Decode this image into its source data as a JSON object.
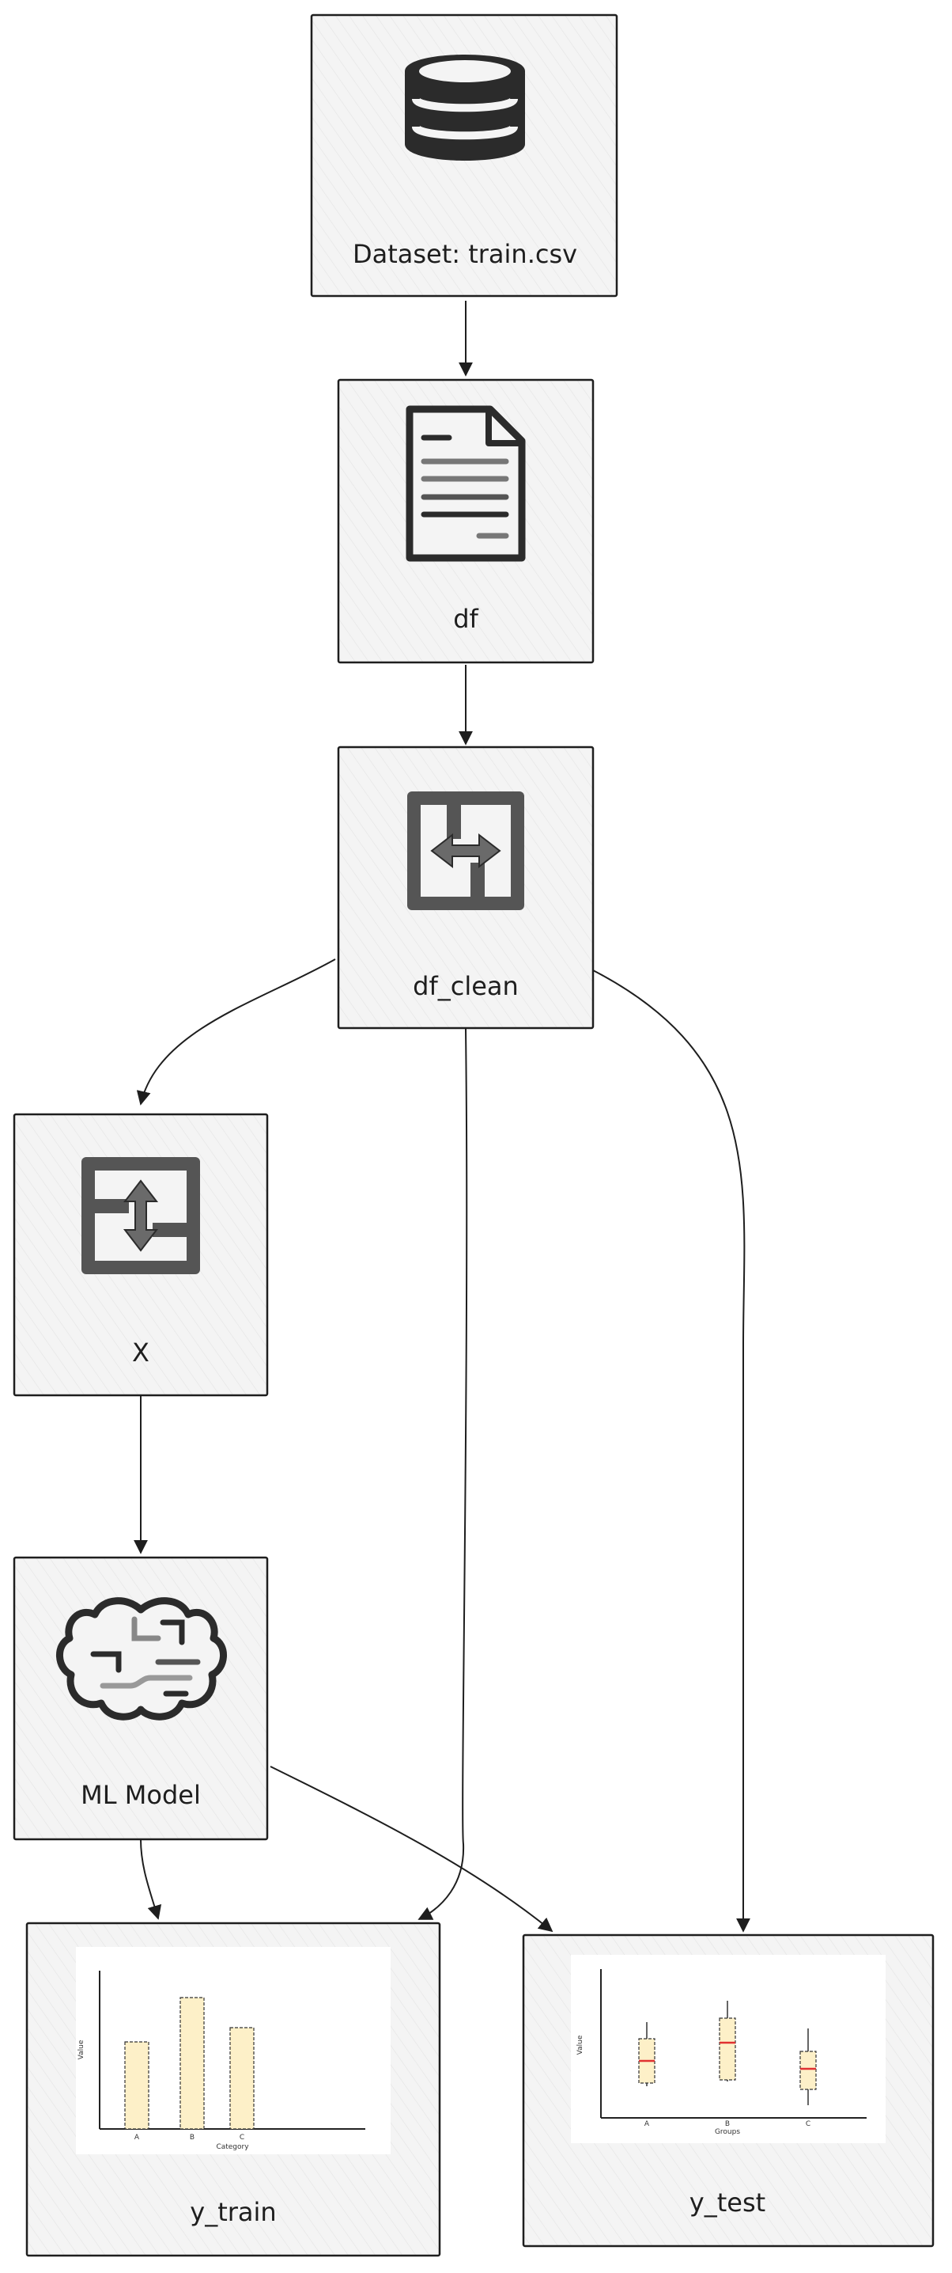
{
  "nodes": {
    "dataset": {
      "label": "Dataset: train.csv",
      "icon": "database-icon"
    },
    "df": {
      "label": "df",
      "icon": "document-icon"
    },
    "df_clean": {
      "label": "df_clean",
      "icon": "horizontal-transform-icon"
    },
    "x": {
      "label": "X",
      "icon": "vertical-transform-icon"
    },
    "model": {
      "label": "ML Model",
      "icon": "brain-icon"
    },
    "y_train": {
      "label": "y_train",
      "icon": "bar-chart-thumbnail"
    },
    "y_test": {
      "label": "y_test",
      "icon": "box-plot-thumbnail"
    }
  },
  "edges": [
    {
      "from": "Dataset: train.csv",
      "to": "df"
    },
    {
      "from": "df",
      "to": "df_clean"
    },
    {
      "from": "df_clean",
      "to": "X"
    },
    {
      "from": "df_clean",
      "to": "y_train"
    },
    {
      "from": "df_clean",
      "to": "y_test"
    },
    {
      "from": "X",
      "to": "ML Model"
    },
    {
      "from": "ML Model",
      "to": "y_train"
    },
    {
      "from": "ML Model",
      "to": "y_test"
    }
  ],
  "bar_thumbnail": {
    "xlabel": "Category",
    "ylabel": "Value",
    "categories": [
      "A",
      "B",
      "C"
    ],
    "values": [
      0.55,
      0.83,
      0.64
    ],
    "fill": "#fdf0c8"
  },
  "box_thumbnail": {
    "xlabel": "Groups",
    "ylabel": "Value",
    "categories": [
      "A",
      "B",
      "C"
    ],
    "median_color": "#e03131"
  }
}
